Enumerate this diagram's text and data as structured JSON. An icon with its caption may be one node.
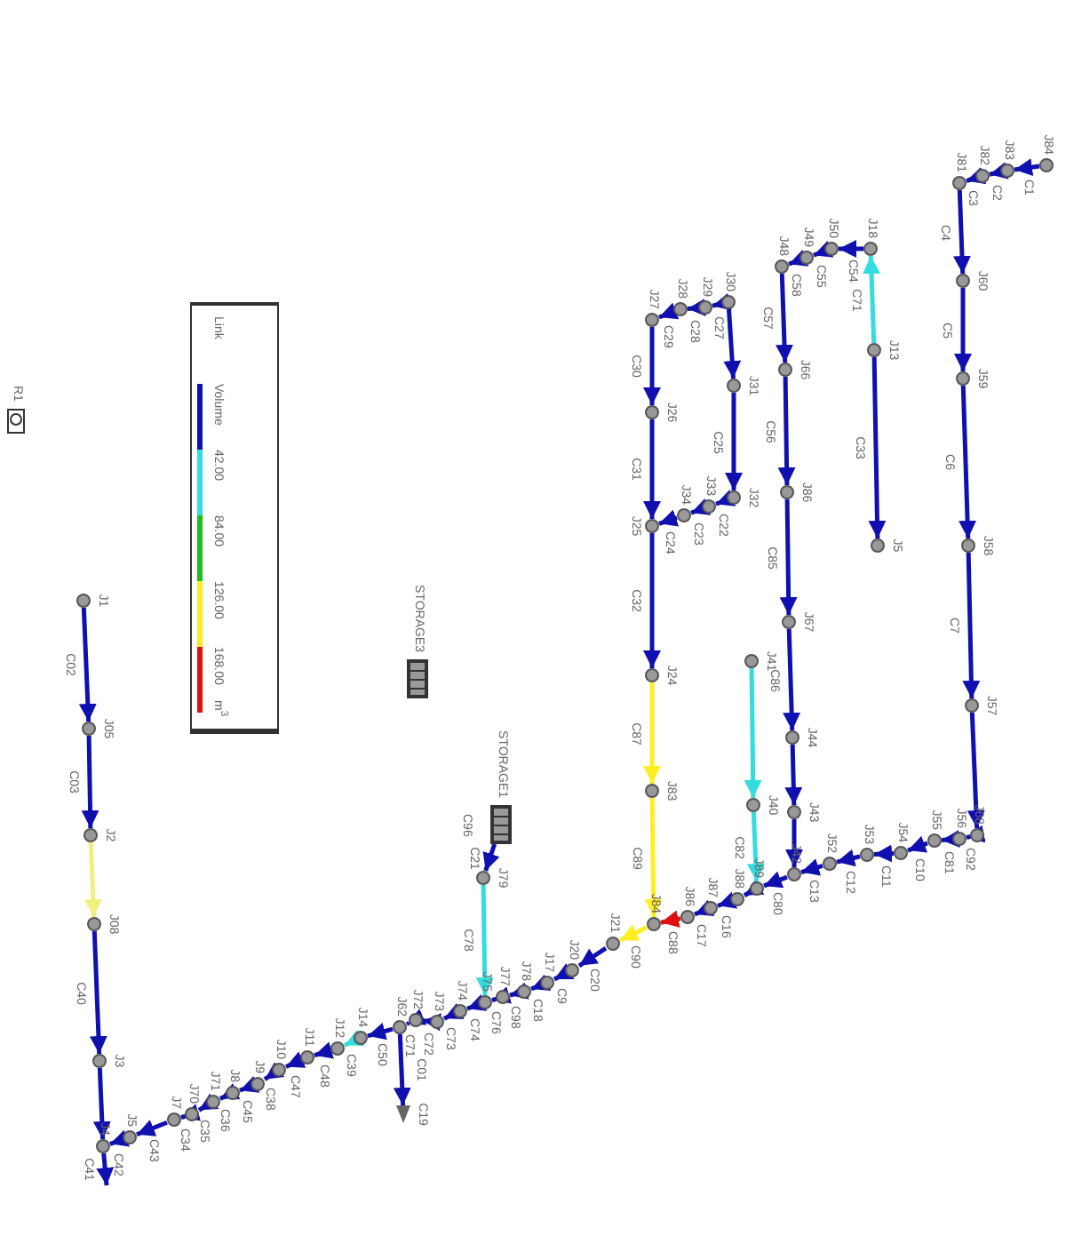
{
  "diagram": {
    "nodes": [
      {
        "text": [],
        "shape": "circle",
        "beside": [
          "J1"
        ]
      },
      {
        "text": [],
        "shape": "circle",
        "beside": [
          "J05"
        ]
      },
      {
        "text": [],
        "shape": "circle",
        "beside": [
          "J2"
        ]
      },
      {
        "text": [],
        "shape": "circle",
        "beside": [
          "J08"
        ]
      },
      {
        "text": [],
        "shape": "circle",
        "beside": [
          "J3"
        ]
      },
      {
        "text": [],
        "shape": "circle",
        "beside": [
          "J4"
        ]
      },
      {
        "text": [],
        "shape": "circle",
        "beside": [
          "J5"
        ]
      },
      {
        "text": [],
        "shape": "circle",
        "beside": [
          "J7"
        ]
      },
      {
        "text": [],
        "shape": "circle",
        "beside": [
          "J70"
        ]
      },
      {
        "text": [],
        "shape": "circle",
        "beside": [
          "J71"
        ]
      },
      {
        "text": [],
        "shape": "circle",
        "beside": [
          "J8"
        ]
      },
      {
        "text": [],
        "shape": "circle",
        "beside": [
          "J9"
        ]
      },
      {
        "text": [],
        "shape": "circle",
        "beside": [
          "J10"
        ]
      },
      {
        "text": [],
        "shape": "circle",
        "beside": [
          "J11"
        ]
      },
      {
        "text": [],
        "shape": "circle",
        "beside": [
          "J12"
        ]
      },
      {
        "text": [],
        "shape": "circle",
        "beside": [
          "J14"
        ]
      },
      {
        "text": [],
        "shape": "circle",
        "beside": [
          "J62"
        ]
      },
      {
        "text": [],
        "shape": "circle",
        "beside": [
          "J72"
        ]
      },
      {
        "text": [],
        "shape": "circle",
        "beside": [
          "J73"
        ]
      },
      {
        "text": [],
        "shape": "circle",
        "beside": [
          "J74"
        ]
      },
      {
        "text": [],
        "shape": "circle",
        "beside": [
          "J75"
        ]
      },
      {
        "text": [],
        "shape": "circle",
        "beside": [
          "J77"
        ]
      },
      {
        "text": [],
        "shape": "circle",
        "beside": [
          "J78"
        ]
      },
      {
        "text": [],
        "shape": "circle",
        "beside": [
          "J17"
        ]
      },
      {
        "text": [],
        "shape": "circle",
        "beside": [
          "J20"
        ]
      },
      {
        "text": [],
        "shape": "circle",
        "beside": [
          "J21"
        ]
      },
      {
        "text": [],
        "shape": "circle",
        "beside": [
          "J84"
        ]
      },
      {
        "text": [],
        "shape": "circle",
        "beside": [
          "J86"
        ]
      },
      {
        "text": [],
        "shape": "circle",
        "beside": [
          "J87"
        ]
      },
      {
        "text": [],
        "shape": "circle",
        "beside": [
          "J88"
        ]
      },
      {
        "text": [],
        "shape": "circle",
        "beside": [
          "J89"
        ]
      },
      {
        "text": [],
        "shape": "circle",
        "beside": [
          "J42"
        ]
      },
      {
        "text": [],
        "shape": "circle",
        "beside": [
          "J52"
        ]
      },
      {
        "text": [],
        "shape": "circle",
        "beside": [
          "J53"
        ]
      },
      {
        "text": [],
        "shape": "circle",
        "beside": [
          "J54"
        ]
      },
      {
        "text": [],
        "shape": "circle",
        "beside": [
          "J55"
        ]
      },
      {
        "text": [],
        "shape": "circle",
        "beside": [
          "J56"
        ]
      },
      {
        "text": [],
        "shape": "circle",
        "beside": [
          "J68"
        ]
      },
      {
        "text": [],
        "shape": "circle",
        "beside": [
          "J84"
        ]
      },
      {
        "text": [],
        "shape": "circle",
        "beside": [
          "J83"
        ]
      },
      {
        "text": [],
        "shape": "circle",
        "beside": [
          "J82"
        ]
      },
      {
        "text": [],
        "shape": "circle",
        "beside": [
          "J81"
        ]
      },
      {
        "text": [],
        "shape": "circle",
        "beside": [
          "J60"
        ]
      },
      {
        "text": [],
        "shape": "circle",
        "beside": [
          "J59"
        ]
      },
      {
        "text": [],
        "shape": "circle",
        "beside": [
          "J58"
        ]
      },
      {
        "text": [],
        "shape": "circle",
        "beside": [
          "J57"
        ]
      },
      {
        "text": [],
        "shape": "circle",
        "beside": [
          "J48"
        ]
      },
      {
        "text": [],
        "shape": "circle",
        "beside": [
          "J49"
        ]
      },
      {
        "text": [],
        "shape": "circle",
        "beside": [
          "J50"
        ]
      },
      {
        "text": [],
        "shape": "circle",
        "beside": [
          "J18"
        ]
      },
      {
        "text": [],
        "shape": "circle",
        "beside": [
          "J13"
        ]
      },
      {
        "text": [],
        "shape": "circle",
        "beside": [
          "J5"
        ]
      },
      {
        "text": [],
        "shape": "circle",
        "beside": [
          "J66"
        ]
      },
      {
        "text": [],
        "shape": "circle",
        "beside": [
          "J86"
        ]
      },
      {
        "text": [],
        "shape": "circle",
        "beside": [
          "J67"
        ]
      },
      {
        "text": [],
        "shape": "circle",
        "beside": [
          "J44"
        ]
      },
      {
        "text": [],
        "shape": "circle",
        "beside": [
          "J43"
        ]
      },
      {
        "text": [],
        "shape": "circle",
        "beside": [
          "J41"
        ]
      },
      {
        "text": [],
        "shape": "circle",
        "beside": [
          "J40"
        ]
      },
      {
        "text": [],
        "shape": "circle",
        "beside": [
          "J27"
        ]
      },
      {
        "text": [],
        "shape": "circle",
        "beside": [
          "J28"
        ]
      },
      {
        "text": [],
        "shape": "circle",
        "beside": [
          "J29"
        ]
      },
      {
        "text": [],
        "shape": "circle",
        "beside": [
          "J30"
        ]
      },
      {
        "text": [],
        "shape": "circle",
        "beside": [
          "J31"
        ]
      },
      {
        "text": [],
        "shape": "circle",
        "beside": [
          "J32"
        ]
      },
      {
        "text": [],
        "shape": "circle",
        "beside": [
          "J33"
        ]
      },
      {
        "text": [],
        "shape": "circle",
        "beside": [
          "J34"
        ]
      },
      {
        "text": [],
        "shape": "circle",
        "beside": [
          "J25"
        ]
      },
      {
        "text": [],
        "shape": "circle",
        "beside": [
          "J24"
        ]
      },
      {
        "text": [],
        "shape": "circle",
        "beside": [
          "J83"
        ]
      },
      {
        "text": [],
        "shape": "circle",
        "beside": [
          "J26"
        ]
      },
      {
        "text": [],
        "shape": "circle",
        "beside": [
          "J79"
        ]
      },
      {
        "text": [
          "STORAGE1"
        ]
      },
      {
        "text": [
          "STORAGE3"
        ]
      },
      {
        "text": [
          "R1"
        ]
      },
      {
        "text": [],
        "shape": "triangle",
        "beside": [
          "C19"
        ]
      }
    ],
    "edges": [
      {
        "from": 0,
        "to": 1,
        "arrow": "to",
        "label": "C02"
      },
      {
        "from": 1,
        "to": 2,
        "arrow": "to",
        "label": "C03"
      },
      {
        "from": 2,
        "to": 3,
        "arrow": "to",
        "color": "#f0f080"
      },
      {
        "from": 3,
        "to": 4,
        "arrow": "to",
        "label": "C40"
      },
      {
        "from": 4,
        "to": 5,
        "arrow": "to"
      },
      {
        "from": 5,
        "to": null,
        "arrow": "to",
        "label": "C41"
      },
      {
        "from": 6,
        "to": 5,
        "arrow": "to",
        "label": "C42"
      },
      {
        "from": 7,
        "to": 6,
        "arrow": "to",
        "label": "C43"
      },
      {
        "from": 8,
        "to": 7,
        "arrow": "to",
        "label": "C34"
      },
      {
        "from": 9,
        "to": 8,
        "arrow": "to",
        "label": "C35"
      },
      {
        "from": 10,
        "to": 9,
        "arrow": "to",
        "label": "C36"
      },
      {
        "from": 11,
        "to": 10,
        "arrow": "to",
        "label": "C45"
      },
      {
        "from": 12,
        "to": 11,
        "arrow": "to",
        "label": "C38"
      },
      {
        "from": 13,
        "to": 12,
        "arrow": "to",
        "label": "C47"
      },
      {
        "from": 14,
        "to": 13,
        "arrow": "to",
        "label": "C48"
      },
      {
        "from": 15,
        "to": 14,
        "arrow": "to",
        "label": "C39",
        "color": "#33dddd"
      },
      {
        "from": 16,
        "to": 15,
        "arrow": "to",
        "label": "C50"
      },
      {
        "from": 17,
        "to": 16,
        "arrow": "to",
        "label": "C71"
      },
      {
        "from": 18,
        "to": 17,
        "arrow": "to",
        "label": "C72"
      },
      {
        "from": 19,
        "to": 18,
        "arrow": "to",
        "label": "C73"
      },
      {
        "from": 20,
        "to": 19,
        "arrow": "to",
        "label": "C74"
      },
      {
        "from": 21,
        "to": 20,
        "arrow": "to",
        "label": "C76"
      },
      {
        "from": 22,
        "to": 21,
        "arrow": "to",
        "label": "C98"
      },
      {
        "from": 23,
        "to": 22,
        "arrow": "to",
        "label": "C18"
      },
      {
        "from": 24,
        "to": 23,
        "arrow": "to",
        "label": "C9"
      },
      {
        "from": 25,
        "to": 24,
        "arrow": "to",
        "label": "C20"
      },
      {
        "from": 26,
        "to": 25,
        "arrow": "to",
        "label": "C90",
        "color": "#ffee22"
      },
      {
        "from": 27,
        "to": 26,
        "arrow": "to",
        "label": "C88",
        "color": "#dd1111"
      },
      {
        "from": 28,
        "to": 27,
        "arrow": "to",
        "label": "C17"
      },
      {
        "from": 29,
        "to": 28,
        "arrow": "to",
        "label": "C16"
      },
      {
        "from": 30,
        "to": 29,
        "arrow": "to"
      },
      {
        "from": 31,
        "to": 30,
        "arrow": "to",
        "label": "C80"
      },
      {
        "from": 32,
        "to": 31,
        "arrow": "to",
        "label": "C13"
      },
      {
        "from": 33,
        "to": 32,
        "arrow": "to",
        "label": "C12"
      },
      {
        "from": 34,
        "to": 33,
        "arrow": "to",
        "label": "C11"
      },
      {
        "from": 35,
        "to": 34,
        "arrow": "to",
        "label": "C10"
      },
      {
        "from": 36,
        "to": 35,
        "arrow": "to",
        "label": "C81"
      },
      {
        "from": 37,
        "to": 36,
        "arrow": "to",
        "label": "C92"
      },
      {
        "from": 38,
        "to": 39,
        "arrow": "to",
        "label": "C1"
      },
      {
        "from": 39,
        "to": 40,
        "arrow": "to",
        "label": "C2"
      },
      {
        "from": 40,
        "to": 41,
        "arrow": "to",
        "label": "C3"
      },
      {
        "from": 41,
        "to": 42,
        "arrow": "to",
        "label": "C4"
      },
      {
        "from": 42,
        "to": 43,
        "arrow": "to",
        "label": "C5"
      },
      {
        "from": 43,
        "to": 44,
        "arrow": "to",
        "label": "C6"
      },
      {
        "from": 44,
        "to": 45,
        "arrow": "to",
        "label": "C7"
      },
      {
        "from": 45,
        "to": 37,
        "arrow": "to"
      },
      {
        "from": 47,
        "to": 46,
        "arrow": "to",
        "label": "C58"
      },
      {
        "from": 48,
        "to": 47,
        "arrow": "to",
        "label": "C55"
      },
      {
        "from": 49,
        "to": 48,
        "arrow": "to",
        "label": "C54"
      },
      {
        "from": 50,
        "to": 49,
        "arrow": "to",
        "label": "C71",
        "color": "#33dddd"
      },
      {
        "from": 50,
        "to": 51,
        "arrow": "to",
        "label": "C33"
      },
      {
        "from": 46,
        "to": 52,
        "arrow": "to",
        "label": "C57"
      },
      {
        "from": 52,
        "to": 53,
        "arrow": "to",
        "label": "C56"
      },
      {
        "from": 53,
        "to": 54,
        "arrow": "to",
        "label": "C85"
      },
      {
        "from": 54,
        "to": 55,
        "arrow": "to",
        "label": "C86"
      },
      {
        "from": 55,
        "to": 56,
        "arrow": "to"
      },
      {
        "from": 56,
        "to": 31,
        "arrow": "to"
      },
      {
        "from": 57,
        "to": 58,
        "arrow": "to",
        "color": "#33dddd"
      },
      {
        "from": 58,
        "to": 30,
        "arrow": "to",
        "label": "C82",
        "color": "#33dddd"
      },
      {
        "from": 60,
        "to": 59,
        "arrow": "to",
        "label": "C29"
      },
      {
        "from": 61,
        "to": 60,
        "arrow": "to",
        "label": "C28"
      },
      {
        "from": 62,
        "to": 61,
        "arrow": "to",
        "label": "C27"
      },
      {
        "from": 62,
        "to": 63,
        "arrow": "to"
      },
      {
        "from": 63,
        "to": 64,
        "arrow": "to",
        "label": "C25"
      },
      {
        "from": 64,
        "to": 65,
        "arrow": "to",
        "label": "C22"
      },
      {
        "from": 65,
        "to": 66,
        "arrow": "to",
        "label": "C23"
      },
      {
        "from": 66,
        "to": 67,
        "arrow": "to",
        "label": "C24"
      },
      {
        "from": 59,
        "to": 70,
        "arrow": "to",
        "label": "C30"
      },
      {
        "from": 70,
        "to": 67,
        "arrow": "to",
        "label": "C31"
      },
      {
        "from": 67,
        "to": 68,
        "arrow": "to",
        "label": "C32"
      },
      {
        "from": 68,
        "to": 69,
        "arrow": "to",
        "label": "C87",
        "color": "#ffee22"
      },
      {
        "from": 69,
        "to": 26,
        "arrow": "to",
        "label": "C89",
        "color": "#ffee22"
      },
      {
        "from": 72,
        "to": 71,
        "arrow": "to",
        "label": "C21"
      },
      {
        "from": 71,
        "to": 20,
        "arrow": "to",
        "label": "C78",
        "color": "#33dddd"
      },
      {
        "from": 16,
        "to": 75,
        "arrow": "to",
        "label": "C01"
      }
    ],
    "labels": [
      "Link",
      "m$^{3}$",
      "C96"
    ],
    "legend": [
      {
        "text": "Volume",
        "color": "#1010b0"
      },
      {
        "text": "42.00",
        "color": "#33dddd"
      },
      {
        "text": "84.00",
        "color": "#22bb22"
      },
      {
        "text": "126.00",
        "color": "#ffee22"
      },
      {
        "text": "168.00",
        "color": "#dd1111"
      }
    ]
  }
}
